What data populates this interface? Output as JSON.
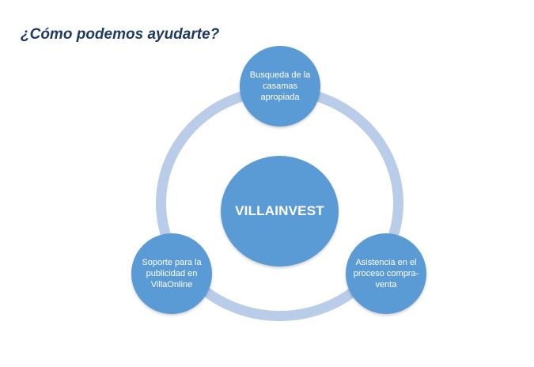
{
  "header": {
    "title": "¿Cómo podemos ayudarte?"
  },
  "diagram": {
    "center": {
      "label": "VILLAINVEST"
    },
    "nodes": [
      {
        "label": "Busqueda de la casamas apropiada"
      },
      {
        "label": "Asistencia en el proceso compra-venta"
      },
      {
        "label": "Soporte para la publicidad en VillaOnline"
      }
    ]
  },
  "colors": {
    "node_fill": "#5b9bd5",
    "ring": "#b9cce8",
    "title": "#1f3a5f"
  }
}
